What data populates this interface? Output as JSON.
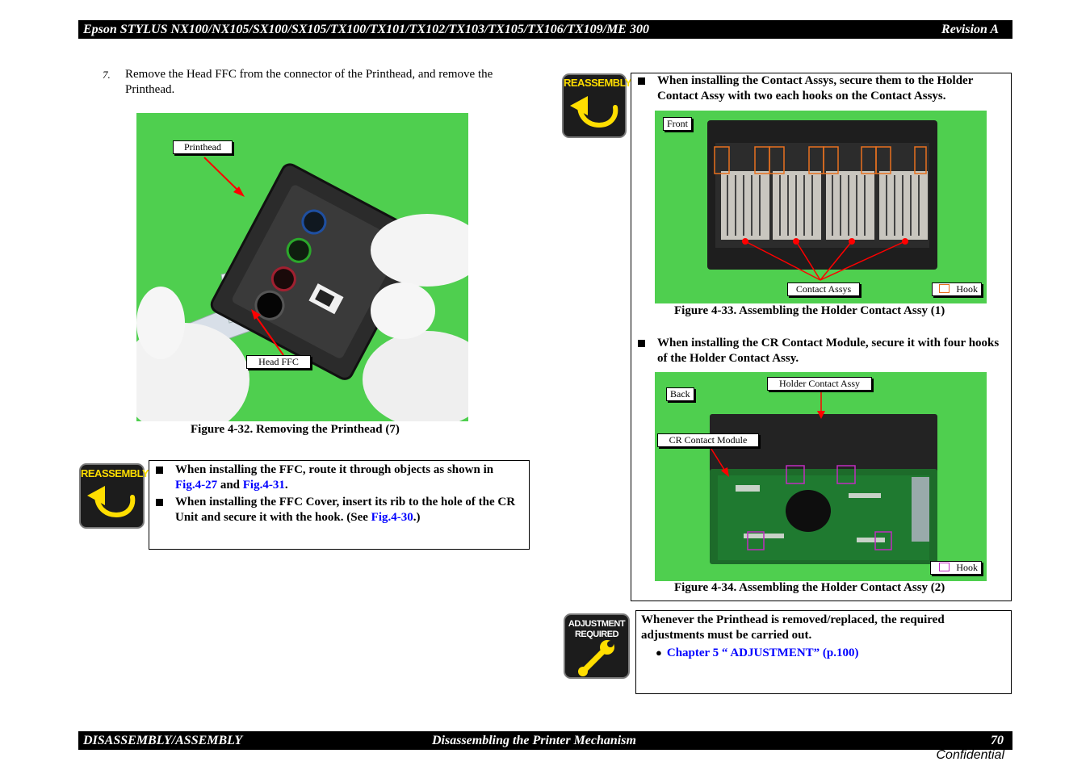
{
  "header": {
    "title": "Epson STYLUS NX100/NX105/SX100/SX105/TX100/TX101/TX102/TX103/TX105/TX106/TX109/ME 300",
    "revision": "Revision A"
  },
  "step": {
    "number": "7.",
    "text": "Remove the Head FFC from the connector of the Printhead, and remove the Printhead."
  },
  "figure32": {
    "callouts": {
      "printhead": "Printhead",
      "head_ffc": "Head FFC"
    },
    "caption": "Figure 4-32.  Removing the Printhead (7)"
  },
  "reassembly_left": {
    "icon_label": "REASSEMBLY",
    "item1": {
      "pre": "When installing the FFC, route it through objects as shown in ",
      "link1": "Fig.4-27",
      "mid": " and ",
      "link2": "Fig.4-31",
      "post": "."
    },
    "item2": {
      "pre": "When installing the FFC Cover, insert its rib to the hole of the CR Unit and secure it with the hook. (See ",
      "link": "Fig.4-30",
      "post": ".)"
    }
  },
  "reassembly_right": {
    "icon_label": "REASSEMBLY",
    "item1": "When installing the Contact Assys, secure them to the Holder Contact Assy with two each hooks on the Contact Assys.",
    "figure33": {
      "callouts": {
        "front": "Front",
        "contact_assys": "Contact Assys",
        "hook": "Hook"
      },
      "caption": "Figure 4-33.  Assembling the Holder Contact Assy (1)"
    },
    "item2": "When installing the CR Contact Module, secure it with four hooks of the Holder Contact Assy.",
    "figure34": {
      "callouts": {
        "back": "Back",
        "holder_contact_assy": "Holder Contact Assy",
        "cr_contact_module": "CR Contact Module",
        "hook": "Hook"
      },
      "caption": "Figure 4-34.  Assembling the Holder Contact Assy (2)"
    }
  },
  "adjustment": {
    "icon_label_1": "ADJUSTMENT",
    "icon_label_2": "REQUIRED",
    "text": "Whenever the Printhead is removed/replaced, the required adjustments must be carried out.",
    "link": "Chapter 5 “ ADJUSTMENT” (p.100)"
  },
  "footer": {
    "left": "DISASSEMBLY/ASSEMBLY",
    "center": "Disassembling the Printer Mechanism",
    "page": "70",
    "confidential": "Confidential"
  },
  "colors": {
    "photo_bg": "#4fcf4f",
    "link": "#0000ff",
    "hook_mark_orange": "#e8701e",
    "hook_mark_magenta": "#c02cc0",
    "arrow": "#ff0000"
  }
}
